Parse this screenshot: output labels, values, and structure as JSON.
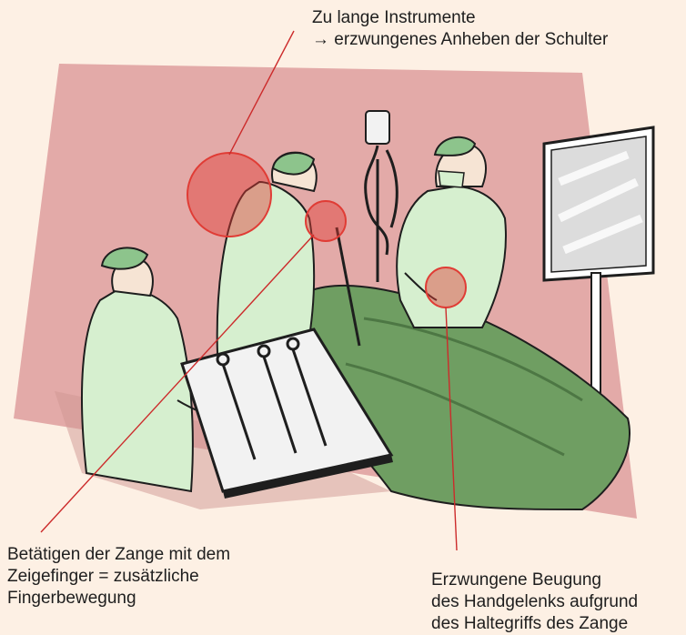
{
  "annotations": {
    "shoulder": {
      "line1": "Zu lange Instrumente",
      "line2": "→ erzwungenes Anheben der Schulter"
    },
    "finger": {
      "line1": "Betätigen der Zange mit dem",
      "line2": "Zeigefinger = zusätzliche",
      "line3": "Fingerbewegung"
    },
    "wrist": {
      "line1": "Erzwungene Beugung",
      "line2": "des Handgelenks aufgrund",
      "line3": "des Haltegriffs des Zange"
    }
  },
  "colors": {
    "background": "#fdf0e4",
    "scene_backdrop": "#e3aaa8",
    "scrubs": "#d6efcf",
    "cap_green": "#8dc48c",
    "drape_green": "#6f9e62",
    "highlight_red": "#e03c35",
    "leader_line": "#cc2b2b"
  },
  "icons": {
    "monitor": "monitor-icon",
    "iv_bag": "infusion-bag-icon",
    "instrument_tray": "instrument-tray-icon"
  }
}
